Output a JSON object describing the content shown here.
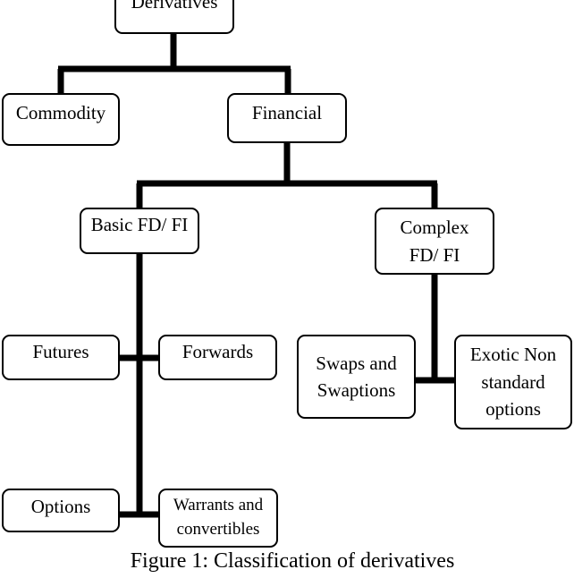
{
  "nodes": {
    "root": "Derivatives",
    "commodity": "Commodity",
    "financial": "Financial",
    "basic": "Basic FD/ FI",
    "complex_line1": "Complex",
    "complex_line2": "FD/ FI",
    "futures": "Futures",
    "forwards": "Forwards",
    "swaps_line1": "Swaps and",
    "swaps_line2": "Swaptions",
    "exotic_line1": "Exotic Non",
    "exotic_line2": "standard",
    "exotic_line3": "options",
    "options": "Options",
    "warrants_line1": "Warrants and",
    "warrants_line2": "convertibles"
  },
  "caption": "Figure 1:  Classification of derivatives"
}
